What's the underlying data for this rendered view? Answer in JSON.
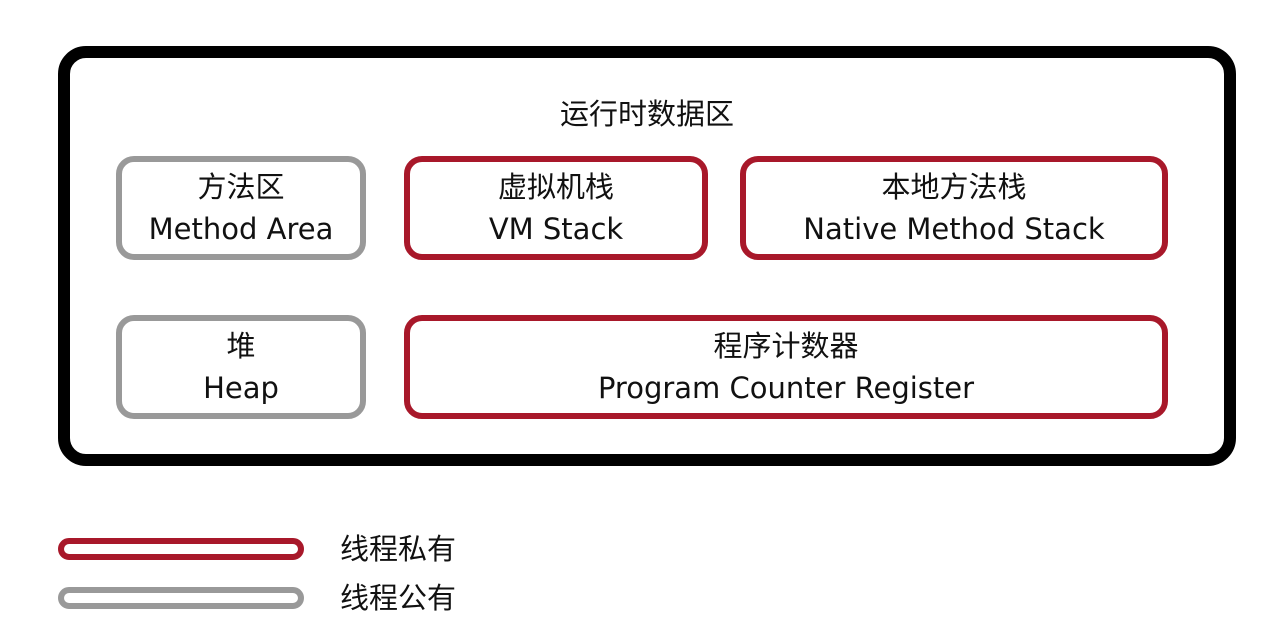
{
  "runtime_data_area": {
    "title": "运行时数据区"
  },
  "regions": {
    "method_area": {
      "zh": "方法区",
      "en": "Method Area",
      "scope": "shared"
    },
    "vm_stack": {
      "zh": "虚拟机栈",
      "en": "VM Stack",
      "scope": "private"
    },
    "native_method_stack": {
      "zh": "本地方法栈",
      "en": "Native Method Stack",
      "scope": "private"
    },
    "heap": {
      "zh": "堆",
      "en": "Heap",
      "scope": "shared"
    },
    "program_counter": {
      "zh": "程序计数器",
      "en": "Program Counter Register",
      "scope": "private"
    }
  },
  "legend": {
    "private": {
      "label": "线程私有",
      "color": "#a8182a"
    },
    "shared": {
      "label": "线程公有",
      "color": "#999999"
    }
  },
  "colors": {
    "outline": "#000000",
    "private": "#a8182a",
    "shared": "#999999"
  }
}
